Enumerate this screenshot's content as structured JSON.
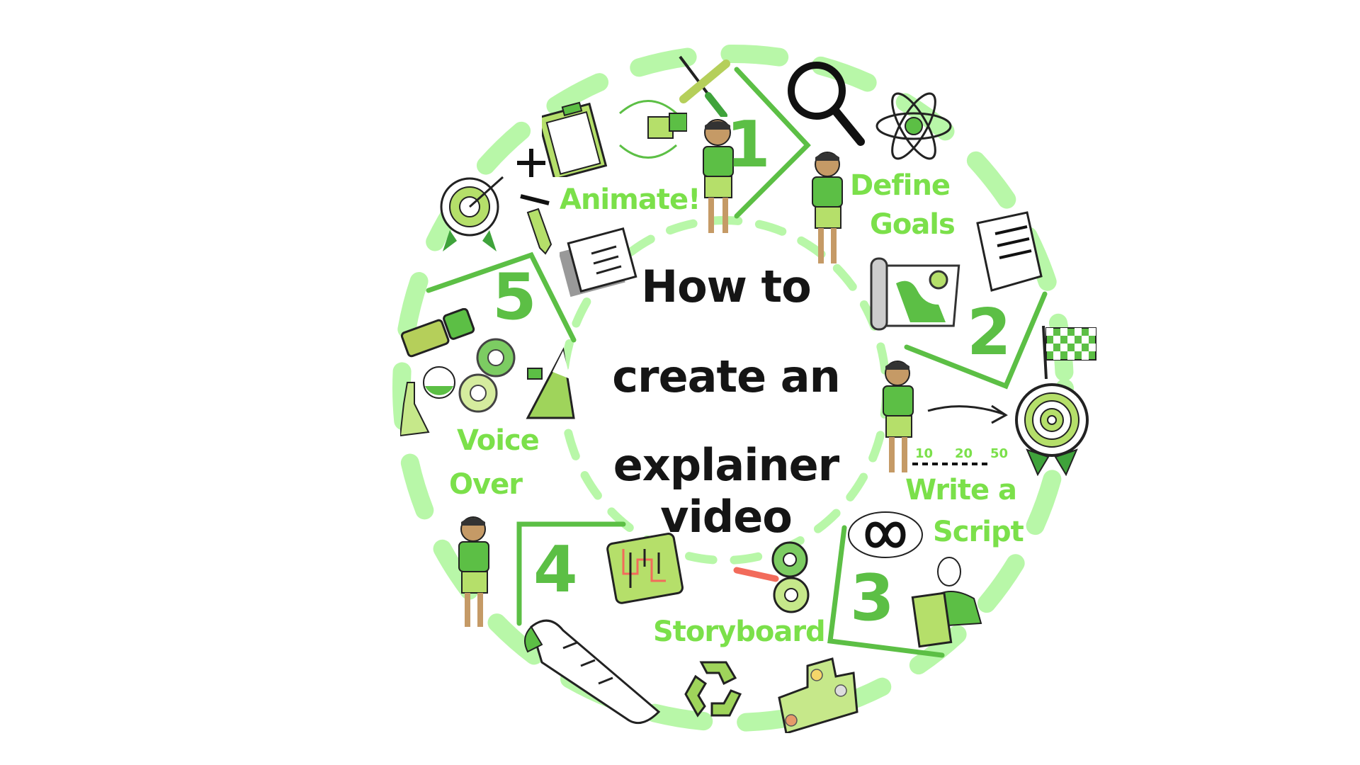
{
  "title": {
    "line1": "How to",
    "line2": "create an",
    "line3": "explainer video"
  },
  "steps": [
    {
      "number": "1",
      "label": "Animate!"
    },
    {
      "number": "2",
      "label_line1": "Define",
      "label_line2": "Goals"
    },
    {
      "number": "3",
      "label_line1": "Write a",
      "label_line2": "Script"
    },
    {
      "number": "4",
      "label": "Storyboard"
    },
    {
      "number": "5",
      "label_line1": "Voice",
      "label_line2": "Over"
    }
  ],
  "scale": {
    "ticks": [
      "10",
      "20",
      "50"
    ]
  },
  "colors": {
    "label_green": "#7be04a",
    "number_green": "#5cbf45",
    "ring_green": "#b8f7a8",
    "title_black": "#151515"
  },
  "icons": [
    "magnifier-icon",
    "atom-icon",
    "checklist-icon",
    "map-icon",
    "checkered-flag-icon",
    "target-icon",
    "infinity-thought-icon",
    "book-reader-icon",
    "podium-icon",
    "recycle-icon",
    "scroll-icon",
    "maze-icon",
    "gears-wrench-icon",
    "flask-icon",
    "puzzle-icon",
    "mountain-flag-icon",
    "gears-icon",
    "document-icon",
    "pencil-icon",
    "plus-minus-icon",
    "clipboard-icon",
    "wrench-screwdriver-icon",
    "person-icon"
  ]
}
